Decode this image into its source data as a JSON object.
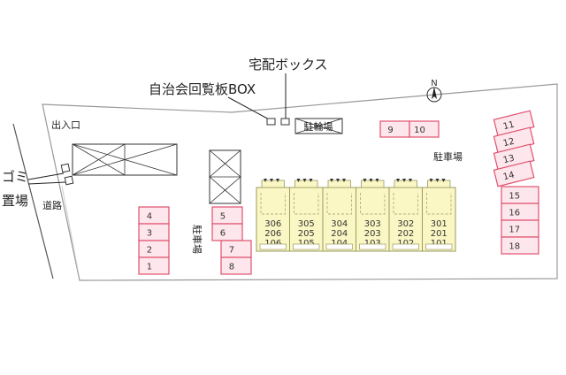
{
  "labels": {
    "delivery_box": "宅配ボックス",
    "notice_box": "自治会回覧板BOX",
    "entrance": "出入口",
    "bicycle_parking": "駐輪場",
    "parking_right": "駐車場",
    "parking_center": "駐車場",
    "garbage_line1": "ゴミ",
    "garbage_line2": "置場",
    "road": "道路",
    "north": "N"
  },
  "parking_spaces": {
    "left_column": [
      "4",
      "3",
      "2",
      "1"
    ],
    "center_column": [
      "5",
      "6",
      "7",
      "8"
    ],
    "top_pair": [
      "9",
      "10"
    ],
    "right_upper": [
      "11",
      "12",
      "13",
      "14"
    ],
    "right_lower": [
      "15",
      "16",
      "17",
      "18"
    ]
  },
  "building_units": [
    [
      "306",
      "206",
      "106"
    ],
    [
      "305",
      "205",
      "105"
    ],
    [
      "304",
      "204",
      "104"
    ],
    [
      "303",
      "203",
      "103"
    ],
    [
      "302",
      "202",
      "102"
    ],
    [
      "301",
      "201",
      "101"
    ]
  ],
  "colors": {
    "parking_border": "#e0506e",
    "parking_fill": "#fde7ec",
    "building_fill": "#fbf7c4",
    "building_border": "#9a9a60",
    "site_border": "#999999"
  }
}
